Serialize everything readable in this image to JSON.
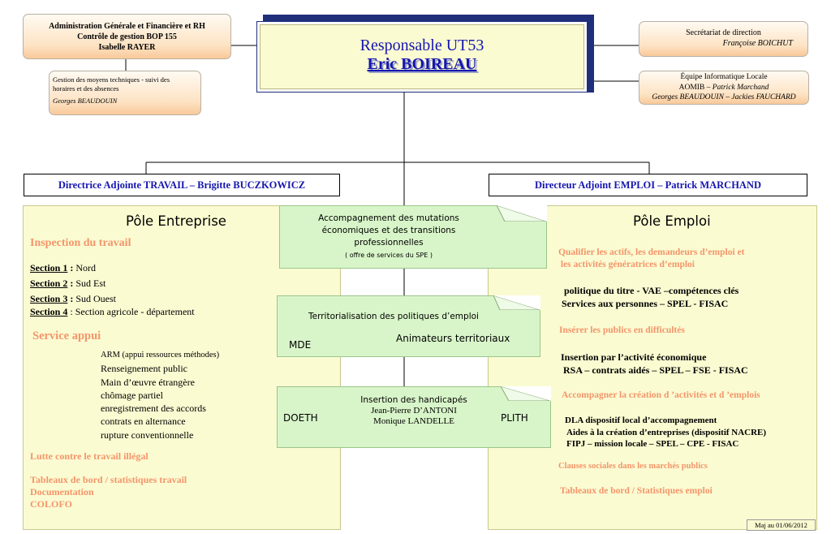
{
  "top_left_box": {
    "line1": "Administration Générale et Financière et RH",
    "line2": "Contrôle de gestion BOP 155",
    "line3": "Isabelle RAYER"
  },
  "left_sub_box": {
    "line1": "Gestion des moyens techniques - suivi des",
    "line2": "horaires et  des absences",
    "line3": "Georges BEAUDOUIN"
  },
  "center_box": {
    "title": "Responsable UT53",
    "name": "Eric BOIREAU"
  },
  "top_right_box": {
    "line1": "Secrétariat de direction",
    "line2": "Françoise BOICHUT"
  },
  "right_sub_box": {
    "line1": "Équipe Informatique Locale",
    "line2_prefix": "AOMIB – ",
    "line2_name": "Patrick Marchand",
    "line3": "Georges BEAUDOUIN – Jackies FAUCHARD"
  },
  "deputy_left": "Directrice  Adjointe TRAVAIL – Brigitte BUCZKOWICZ",
  "deputy_right": "Directeur Adjoint EMPLOI – Patrick MARCHAND",
  "pole_entreprise": {
    "title": "Pôle Entreprise",
    "inspection_title": "Inspection du travail",
    "sections": [
      {
        "label": "Section 1",
        "sep": " : ",
        "value": "Nord"
      },
      {
        "label": "Section 2",
        "sep": " : ",
        "value": "Sud Est"
      },
      {
        "label": "Section 3",
        "sep": " : ",
        "value": "Sud Ouest"
      },
      {
        "label": "Section 4",
        "sep": " : ",
        "value": "Section agricole - département"
      }
    ],
    "service_title": "Service appui",
    "service_items": [
      "ARM  (appui ressources méthodes)",
      "Renseignement public",
      "Main d’œuvre étrangère",
      "chômage partiel",
      "enregistrement des accords",
      "contrats en alternance",
      "rupture conventionnelle"
    ],
    "lutte": "Lutte contre le travail illégal",
    "tableaux": "Tableaux de bord /  statistiques travail",
    "documentation": "Documentation",
    "colofo": "COLOFO"
  },
  "pole_emploi": {
    "title": "Pôle Emploi",
    "qualifier_1": "Qualifier les actifs, les demandeurs d’emploi et",
    "qualifier_2": " les activités génératrices d’emploi",
    "politique": "politique du titre - VAE –compétences clés",
    "services": "Services aux personnes – SPEL - FISAC",
    "inserer": "Insérer les publics en difficultés",
    "insertion_eco": "Insertion par l’activité économique",
    "rsa": "RSA – contrats aidés – SPEL – FSE - FISAC",
    "accompagner": "Accompagner la création d ’activités et d ’emplois",
    "dla": "DLA dispositif local d’accompagnement",
    "aides": "Aides à la création d’entreprises (dispositif NACRE)",
    "fipj": "FIPJ – mission locale – SPEL – CPE - FISAC",
    "clauses": "Clauses sociales dans les marchés publics",
    "tableaux": "Tableaux de bord  / Statistiques emploi"
  },
  "green_box_1": {
    "line1": "Accompagnement des mutations",
    "line2": "économiques et des transitions",
    "line3": "professionnelles",
    "line4": "( offre de services du SPE )"
  },
  "green_box_2": {
    "title": "Territorialisation des politiques d’emploi",
    "mde": "MDE",
    "animateurs": "Animateurs territoriaux"
  },
  "green_box_3": {
    "title": "Insertion des handicapés",
    "name1": "Jean-Pierre D’ANTONI",
    "name2": "Monique LANDELLE",
    "doeth": "DOETH",
    "plith": "PLITH"
  },
  "footer": "Maj au  01/06/2012",
  "colors": {
    "blue_text": "#1515b0",
    "orange_text": "#f4956a",
    "pale_yellow": "#fbfbd2",
    "green_fill": "#d8f5c9",
    "navy_shadow": "#1f2f7a"
  }
}
